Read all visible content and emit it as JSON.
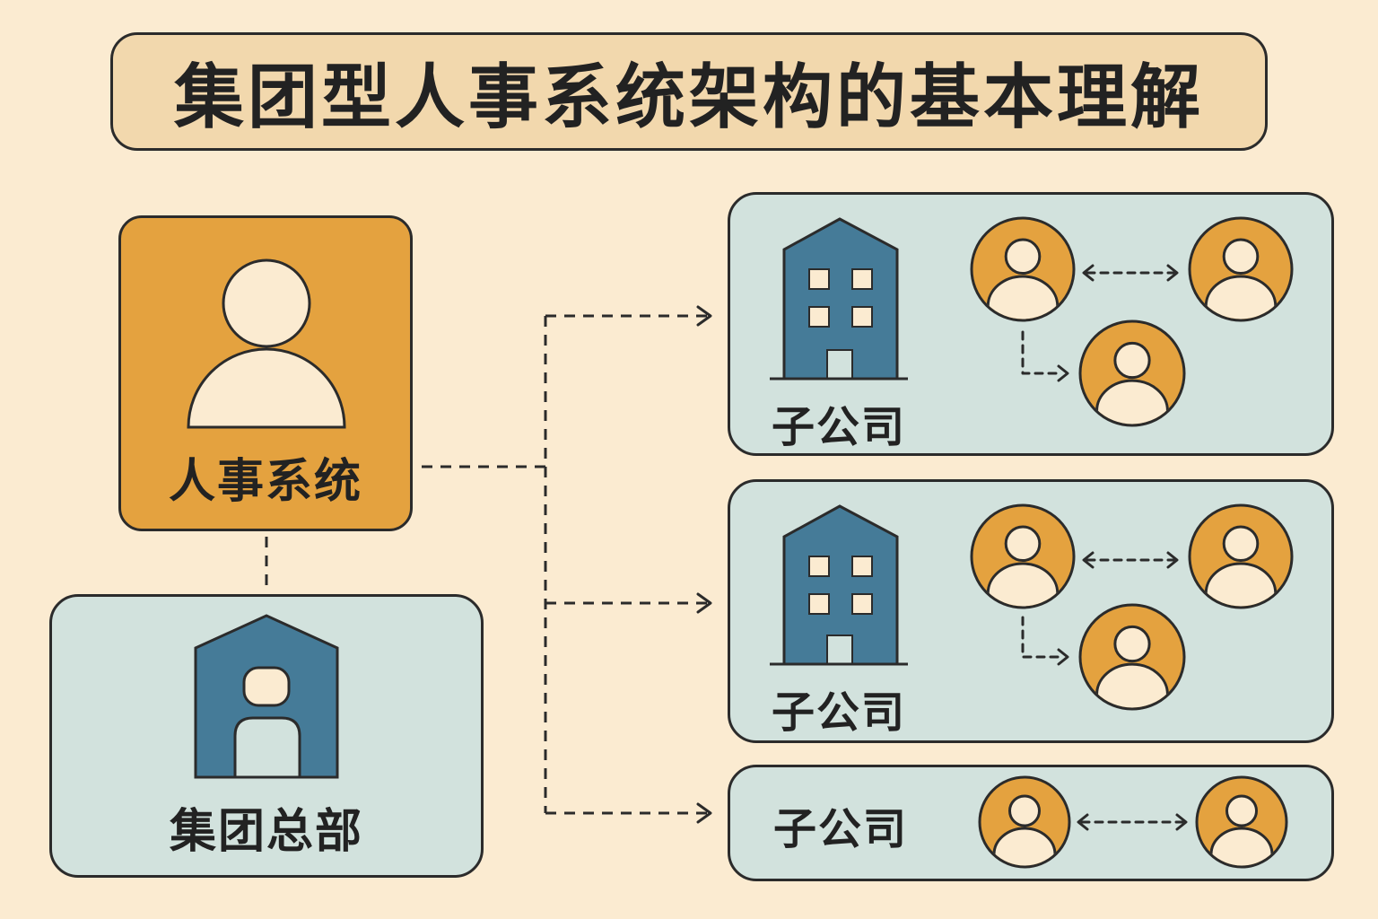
{
  "title": "集团型人事系统架构的基本理解",
  "hr_system": {
    "label": "人事系统"
  },
  "headquarters": {
    "label": "集团总部"
  },
  "subsidiaries": [
    {
      "label": "子公司"
    },
    {
      "label": "子公司"
    },
    {
      "label": "子公司"
    }
  ],
  "colors": {
    "background": "#fbebd1",
    "title_box": "#f2d8ad",
    "hr_orange": "#e4a23f",
    "panel_teal": "#d2e2dd",
    "building_blue": "#457b98",
    "person_cream": "#fbebd1",
    "outline": "#2b2b2b"
  }
}
